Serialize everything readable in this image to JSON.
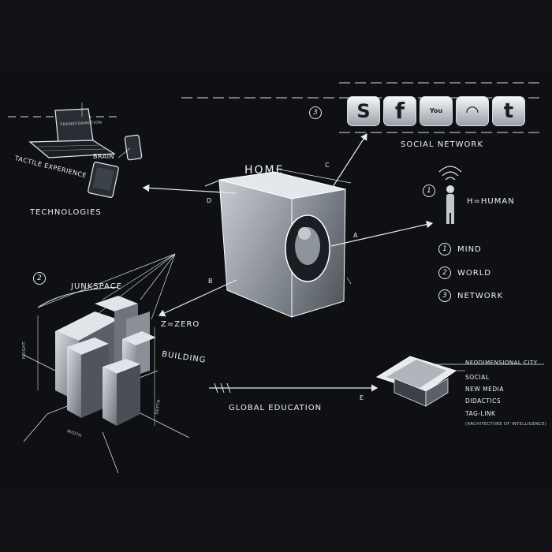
{
  "labels": {
    "home": "HOME",
    "social_network": "SOCIAL NETWORK",
    "h_human": "H=HUMAN",
    "technologies": "TECHNOLOGIES",
    "tactile_experience": "TACTILE EXPERIENCE",
    "brain": "BRAIN",
    "laptop_screen": "TRANSFORMATION",
    "junkspace": "JUNKSPACE",
    "z_zero": "Z=ZERO",
    "building": "BUILDING",
    "height": "HEIGHT",
    "width": "WIDTH",
    "depth": "DEPTH",
    "global_education": "GLOBAL EDUCATION",
    "edge_a": "A",
    "edge_b": "B",
    "edge_c": "C",
    "edge_d": "D",
    "edge_e": "E"
  },
  "markers": {
    "one": "1",
    "two": "2",
    "three": "3"
  },
  "human_list": [
    "MIND",
    "WORLD",
    "NETWORK"
  ],
  "education_list": {
    "items": [
      "NEODIMENSIONAL CITY",
      "SOCIAL",
      "NEW MEDIA",
      "DIDACTICS",
      "TAG-LINK"
    ],
    "note": "(ARCHITECTURE OF INTELLIGENCE)"
  },
  "social_icons": [
    {
      "name": "skype-icon",
      "glyph": "S"
    },
    {
      "name": "facebook-icon",
      "glyph": "f"
    },
    {
      "name": "youtube-icon",
      "glyph": "You Tube"
    },
    {
      "name": "spiral-icon",
      "glyph": "◠"
    },
    {
      "name": "twitter-icon",
      "glyph": "t"
    }
  ],
  "colors": {
    "board": "#0e1013",
    "chalk": "#eef1f5",
    "background": "#101215"
  }
}
